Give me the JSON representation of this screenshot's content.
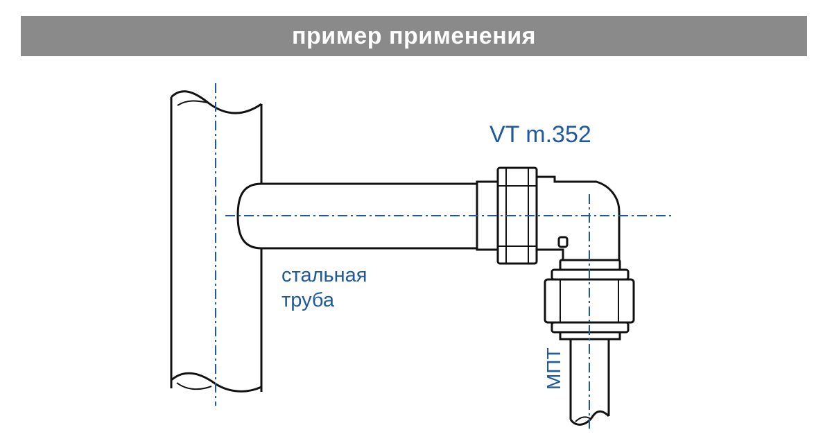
{
  "header": {
    "title": "пример применения"
  },
  "labels": {
    "fitting": "VT m.352",
    "steel_pipe_line1": "стальная",
    "steel_pipe_line2": "труба",
    "mpt": "МПТ"
  },
  "colors": {
    "title_bar": "#8a8a8a",
    "accent_blue": "#1e5aa0",
    "outline": "#111111"
  }
}
